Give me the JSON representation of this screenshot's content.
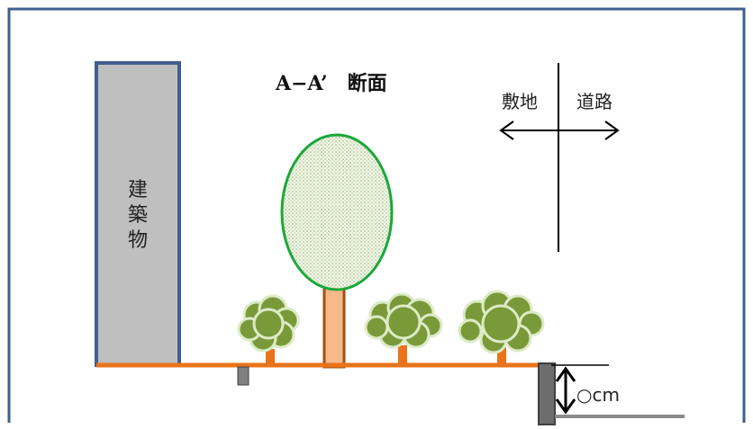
{
  "title": "A−A’　断面",
  "building_label_chars": [
    "建",
    "築",
    "物"
  ],
  "direction": {
    "left_label": "敷地",
    "right_label": "道路"
  },
  "height_label": "○cm",
  "colors": {
    "frame": "#3f5f8f",
    "building_fill": "#bfbfbf",
    "building_stroke": "#3f5f8f",
    "ground": "#e8731a",
    "trunk_fill": "#f6b98a",
    "trunk_stroke": "#a0520f",
    "tree_canopy_stroke": "#1aa83a",
    "shrub_fill": "#7a9a3a",
    "shrub_outline": "#dcebc6",
    "post": "#7f7f7f",
    "road": "#8c8c8c"
  },
  "icons": [
    "double-arrow-horizontal-icon",
    "double-arrow-vertical-icon",
    "shrub-icon",
    "tree-icon"
  ]
}
